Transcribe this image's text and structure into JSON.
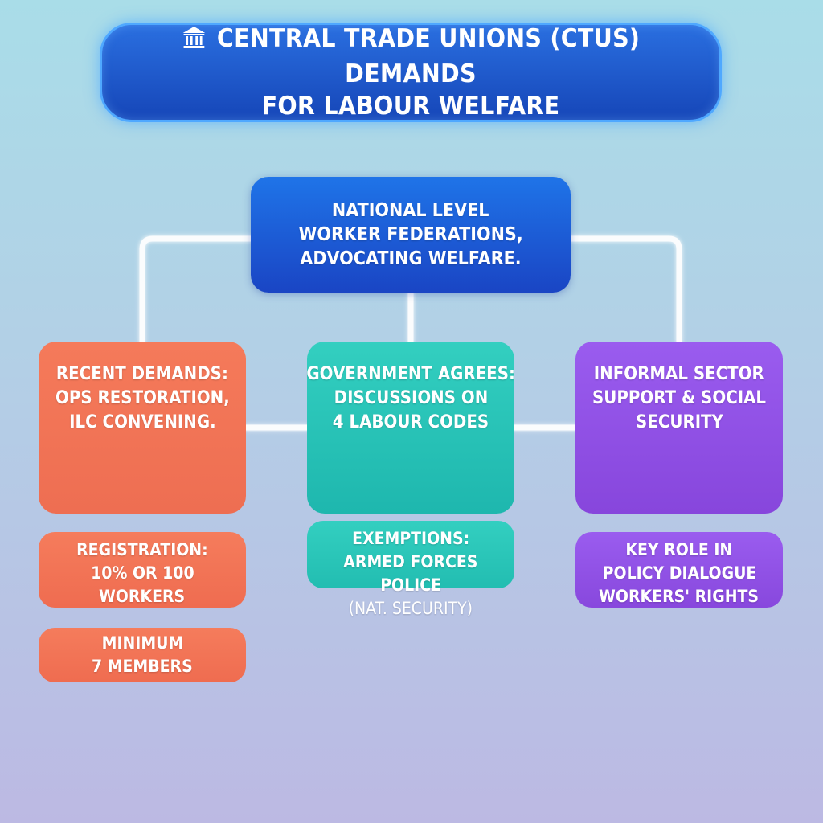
{
  "title": {
    "icon": "institution-icon",
    "line1": "CENTRAL TRADE UNIONS (CTUS) DEMANDS",
    "line2": "FOR LABOUR WELFARE"
  },
  "nodes": {
    "national": {
      "lines": [
        "NATIONAL LEVEL",
        "WORKER FEDERATIONS,",
        "ADVOCATING WELFARE."
      ]
    },
    "recent_demands": {
      "lines": [
        "RECENT DEMANDS:",
        "OPS RESTORATION,",
        "ILC CONVENING."
      ]
    },
    "government": {
      "lines": [
        "GOVERNMENT AGREES:",
        "DISCUSSIONS ON",
        "4 LABOUR CODES"
      ]
    },
    "informal": {
      "lines": [
        "INFORMAL SECTOR",
        "SUPPORT & SOCIAL",
        "SECURITY"
      ]
    },
    "registration": {
      "lines": [
        "REGISTRATION:",
        "10% OR 100",
        "WORKERS"
      ]
    },
    "minimum": {
      "lines": [
        "MINIMUM",
        "7 MEMBERS"
      ]
    },
    "exemptions": {
      "lines": [
        "EXEMPTIONS:",
        "ARMED FORCES",
        "POLICE",
        "(NAT. SECURITY)"
      ]
    },
    "key_role": {
      "lines": [
        "KEY ROLE IN",
        "POLICY DIALOGUE",
        "WORKERS' RIGHTS"
      ]
    }
  },
  "colors": {
    "title_blue": "#1646b8",
    "node_blue": "#1a45c4",
    "orange": "#ef6c50",
    "teal": "#1eb7ae",
    "purple": "#8746dc",
    "connector": "#ffffff"
  }
}
